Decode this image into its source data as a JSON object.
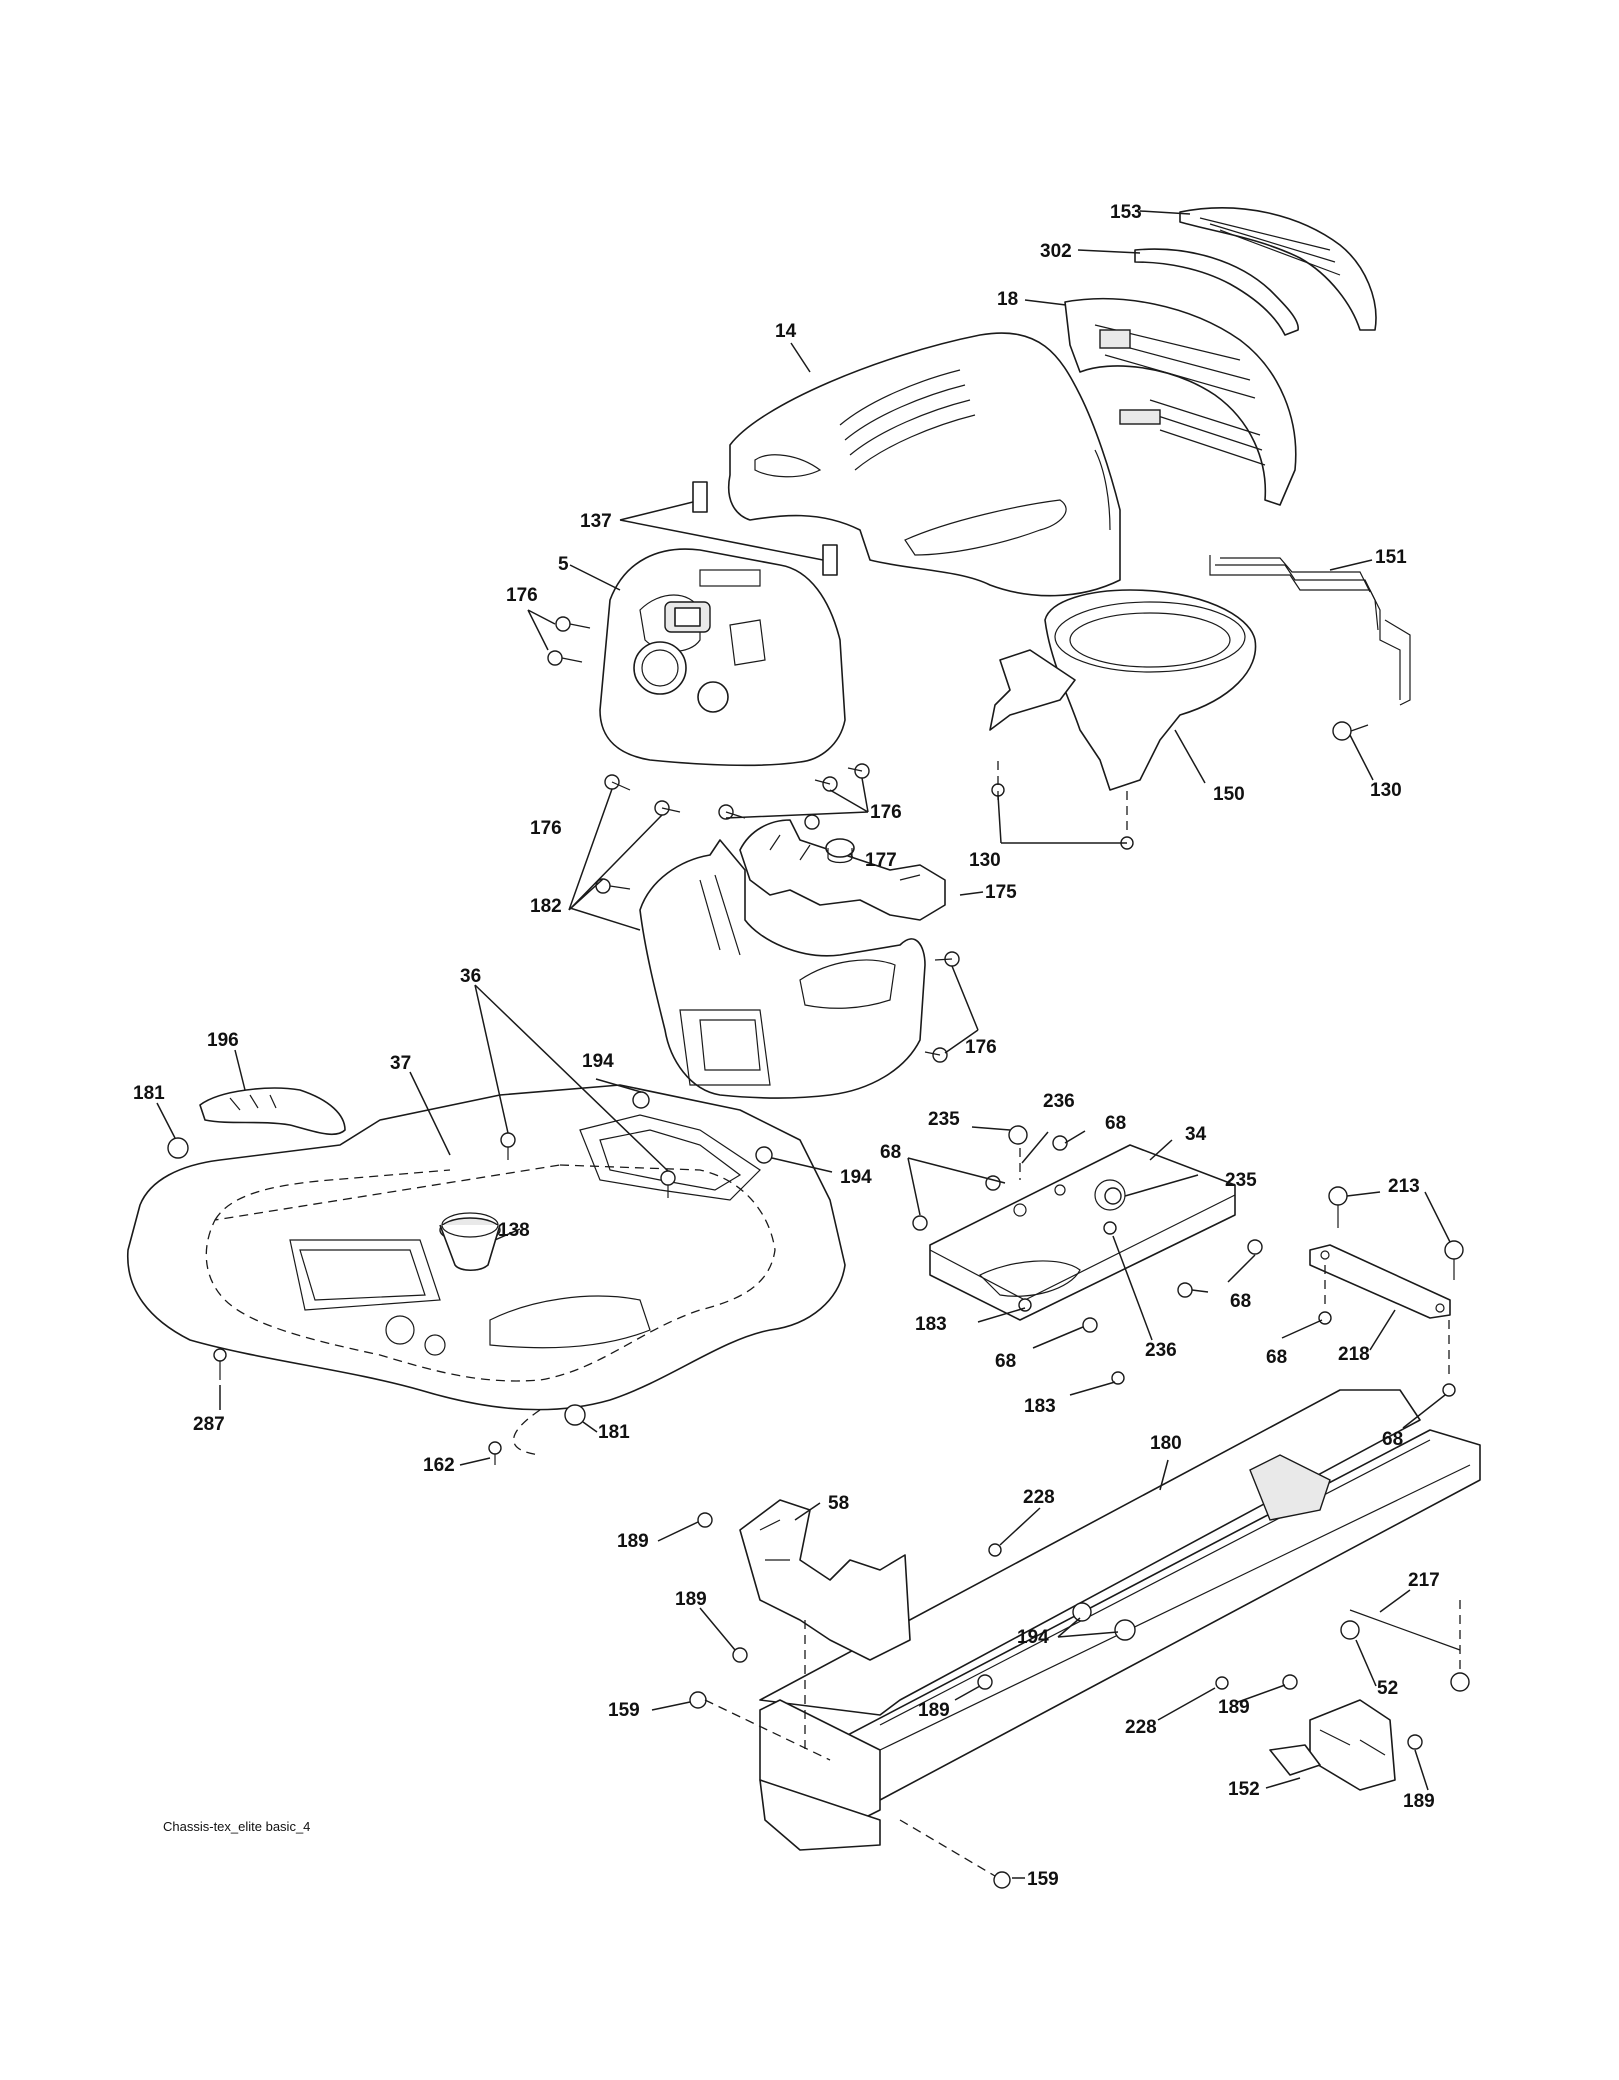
{
  "labels": [
    "153",
    "302",
    "18",
    "14",
    "137",
    "5",
    "176",
    "151",
    "130",
    "150",
    "177",
    "175",
    "182",
    "36",
    "196",
    "37",
    "181",
    "194",
    "138",
    "235",
    "236",
    "68",
    "34",
    "213",
    "183",
    "218",
    "287",
    "162",
    "180",
    "58",
    "228",
    "189",
    "217",
    "52",
    "159",
    "152"
  ],
  "caption": "Chassis-tex_elite basic_4"
}
